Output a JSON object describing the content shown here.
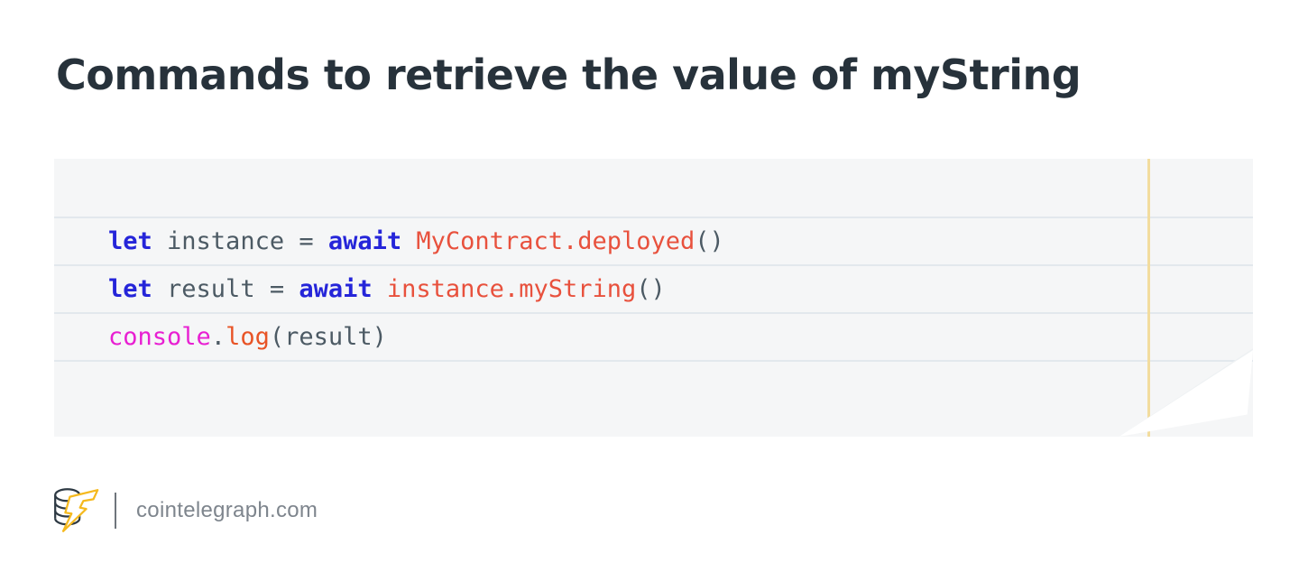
{
  "title": "Commands to retrieve the value of myString",
  "code_block": {
    "background": "#f5f6f7",
    "rule_color": "#e2e8ed",
    "margin_line_color": "#f2dc9e",
    "palette": {
      "keyword": "#2525d9",
      "plain": "#4c5a64",
      "member": "#e8513d",
      "object": "#e81fd2",
      "method": "#e85426"
    },
    "lines": [
      {
        "tokens": [
          {
            "t": "let",
            "c": "keyword"
          },
          {
            "t": " instance = ",
            "c": "plain"
          },
          {
            "t": "await",
            "c": "keyword"
          },
          {
            "t": " ",
            "c": "plain"
          },
          {
            "t": "MyContract.deployed",
            "c": "member"
          },
          {
            "t": "()",
            "c": "plain"
          }
        ]
      },
      {
        "tokens": [
          {
            "t": "let",
            "c": "keyword"
          },
          {
            "t": " result = ",
            "c": "plain"
          },
          {
            "t": "await",
            "c": "keyword"
          },
          {
            "t": " ",
            "c": "plain"
          },
          {
            "t": "instance.myString",
            "c": "member"
          },
          {
            "t": "()",
            "c": "plain"
          }
        ]
      },
      {
        "tokens": [
          {
            "t": "console",
            "c": "object"
          },
          {
            "t": ".",
            "c": "plain"
          },
          {
            "t": "log",
            "c": "method"
          },
          {
            "t": "(result)",
            "c": "plain"
          }
        ]
      }
    ]
  },
  "footer": {
    "site": "cointelegraph.com",
    "logo": "cointelegraph-logo",
    "brand_yellow": "#f5b91e",
    "brand_dark": "#2e3a44"
  }
}
